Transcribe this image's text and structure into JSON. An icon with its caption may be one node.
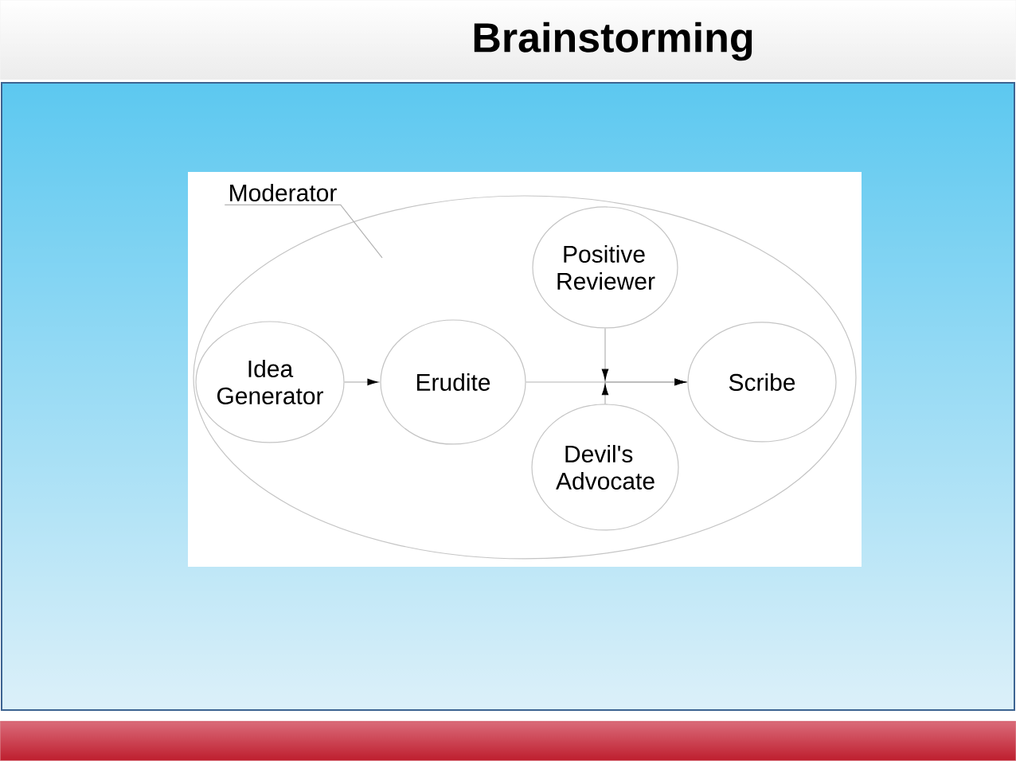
{
  "diagram": {
    "title": "Brainstorming",
    "nodes": [
      {
        "text": [
          "Moderator"
        ]
      },
      {
        "text": [],
        "shape": "ellipse"
      },
      {
        "text": [
          "Idea Generator"
        ],
        "in": 1
      },
      {
        "text": [
          "Erudite"
        ],
        "in": 1
      },
      {
        "text": [
          "Positive Reviewer"
        ],
        "in": 1
      },
      {
        "text": [
          "Devil's Advocate"
        ],
        "in": 1
      },
      {
        "text": [
          "Scribe"
        ],
        "in": 1
      }
    ],
    "edges": [
      {
        "from": 0,
        "to": 1,
        "arrow": "none"
      },
      {
        "from": 2,
        "to": 3,
        "arrow": "to"
      },
      {
        "from": 3,
        "to": 6,
        "arrow": "to"
      },
      {
        "from": 4,
        "to": 6,
        "arrow": "to"
      },
      {
        "from": 5,
        "to": 6,
        "arrow": "to"
      }
    ]
  }
}
